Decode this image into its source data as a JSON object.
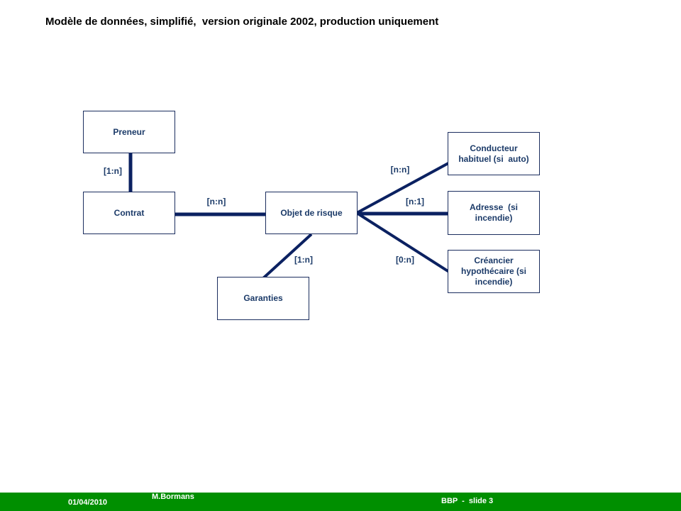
{
  "slide": {
    "title": "Modèle de données, simplifié,  version originale 2002, production uniquement"
  },
  "colors": {
    "connector_line": "#0b2161",
    "entity_border": "#1b2d5e",
    "entity_text": "#1b3a68",
    "footer_bar_green": "#008f00",
    "footer_text": "#ffffff",
    "title_text": "#000000"
  },
  "entities": {
    "preneur": {
      "lines": [
        "Preneur"
      ]
    },
    "contrat": {
      "lines": [
        "Contrat"
      ]
    },
    "objet_de_risque": {
      "lines": [
        "Objet de risque"
      ]
    },
    "garanties": {
      "lines": [
        "Garanties"
      ]
    },
    "conducteur": {
      "lines": [
        "Conducteur",
        "habituel (si  auto)"
      ]
    },
    "adresse": {
      "lines": [
        "Adresse  (si",
        "incendie)"
      ]
    },
    "creancier": {
      "lines": [
        "Créancier",
        "hypothécaire (si",
        "incendie)"
      ]
    }
  },
  "relations": {
    "preneur_contrat": "[1:n]",
    "contrat_objet": "[n:n]",
    "objet_conducteur": "[n:n]",
    "objet_adresse": "[n:1]",
    "objet_creancier": "[0:n]",
    "objet_garanties": "[1:n]"
  },
  "footer": {
    "date": "01/04/2010",
    "author": "M.Bormans",
    "page": "BBP  -  slide 3"
  }
}
